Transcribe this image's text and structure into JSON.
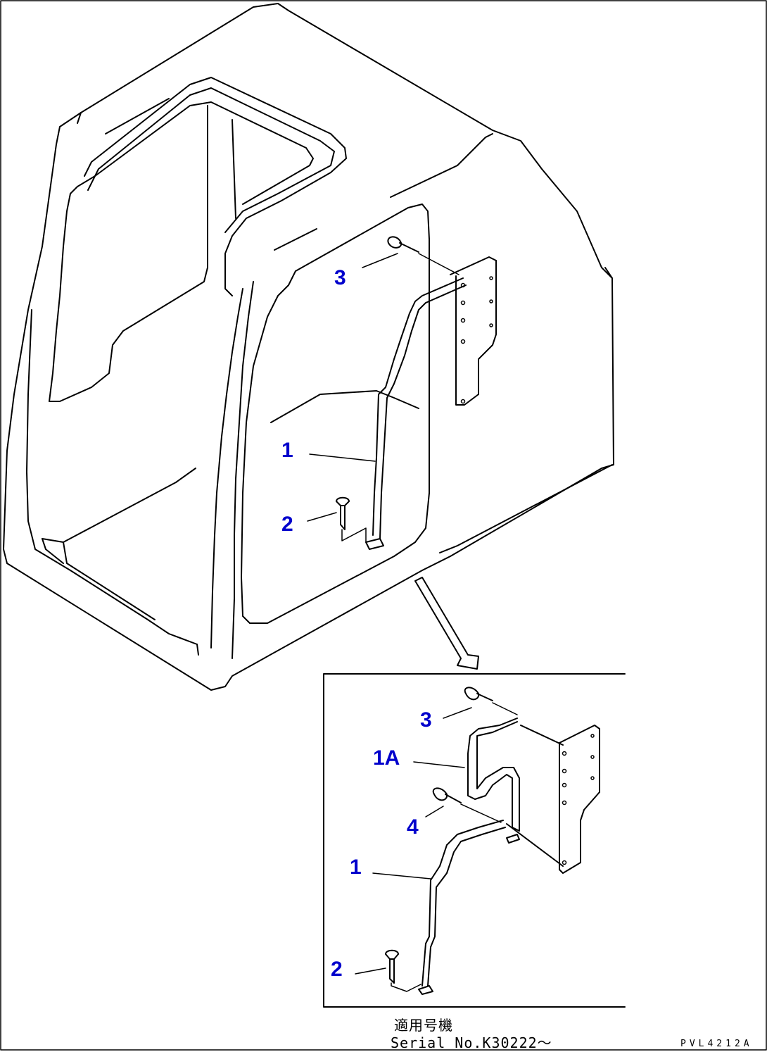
{
  "callout_color": "#0000cc",
  "main_view": {
    "labels": [
      "3",
      "1",
      "2"
    ]
  },
  "detail_view": {
    "labels": [
      "3",
      "1A",
      "4",
      "1",
      "2"
    ],
    "caption_line1": "適用号機",
    "caption_line2": "Serial No.K30222～"
  },
  "drawing_code": "PVL4212A"
}
